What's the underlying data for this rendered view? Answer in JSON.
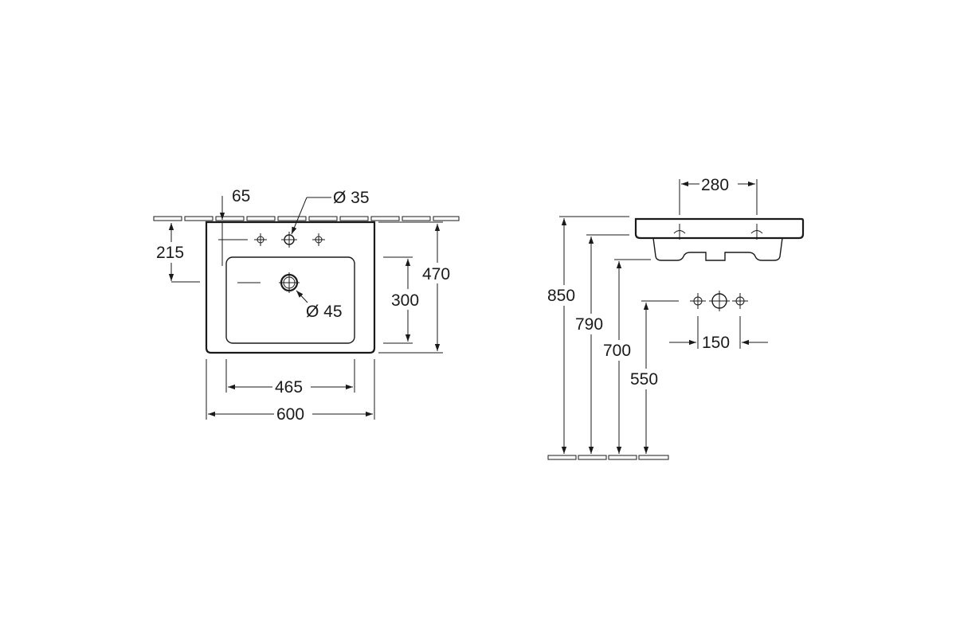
{
  "top_view": {
    "dim_65": "65",
    "dim_dia35": "Ø 35",
    "dim_215": "215",
    "dim_470": "470",
    "dim_300": "300",
    "dim_dia45": "Ø 45",
    "dim_465": "465",
    "dim_600": "600"
  },
  "side_view": {
    "dim_280": "280",
    "dim_850": "850",
    "dim_790": "790",
    "dim_700": "700",
    "dim_550": "550",
    "dim_150": "150"
  }
}
